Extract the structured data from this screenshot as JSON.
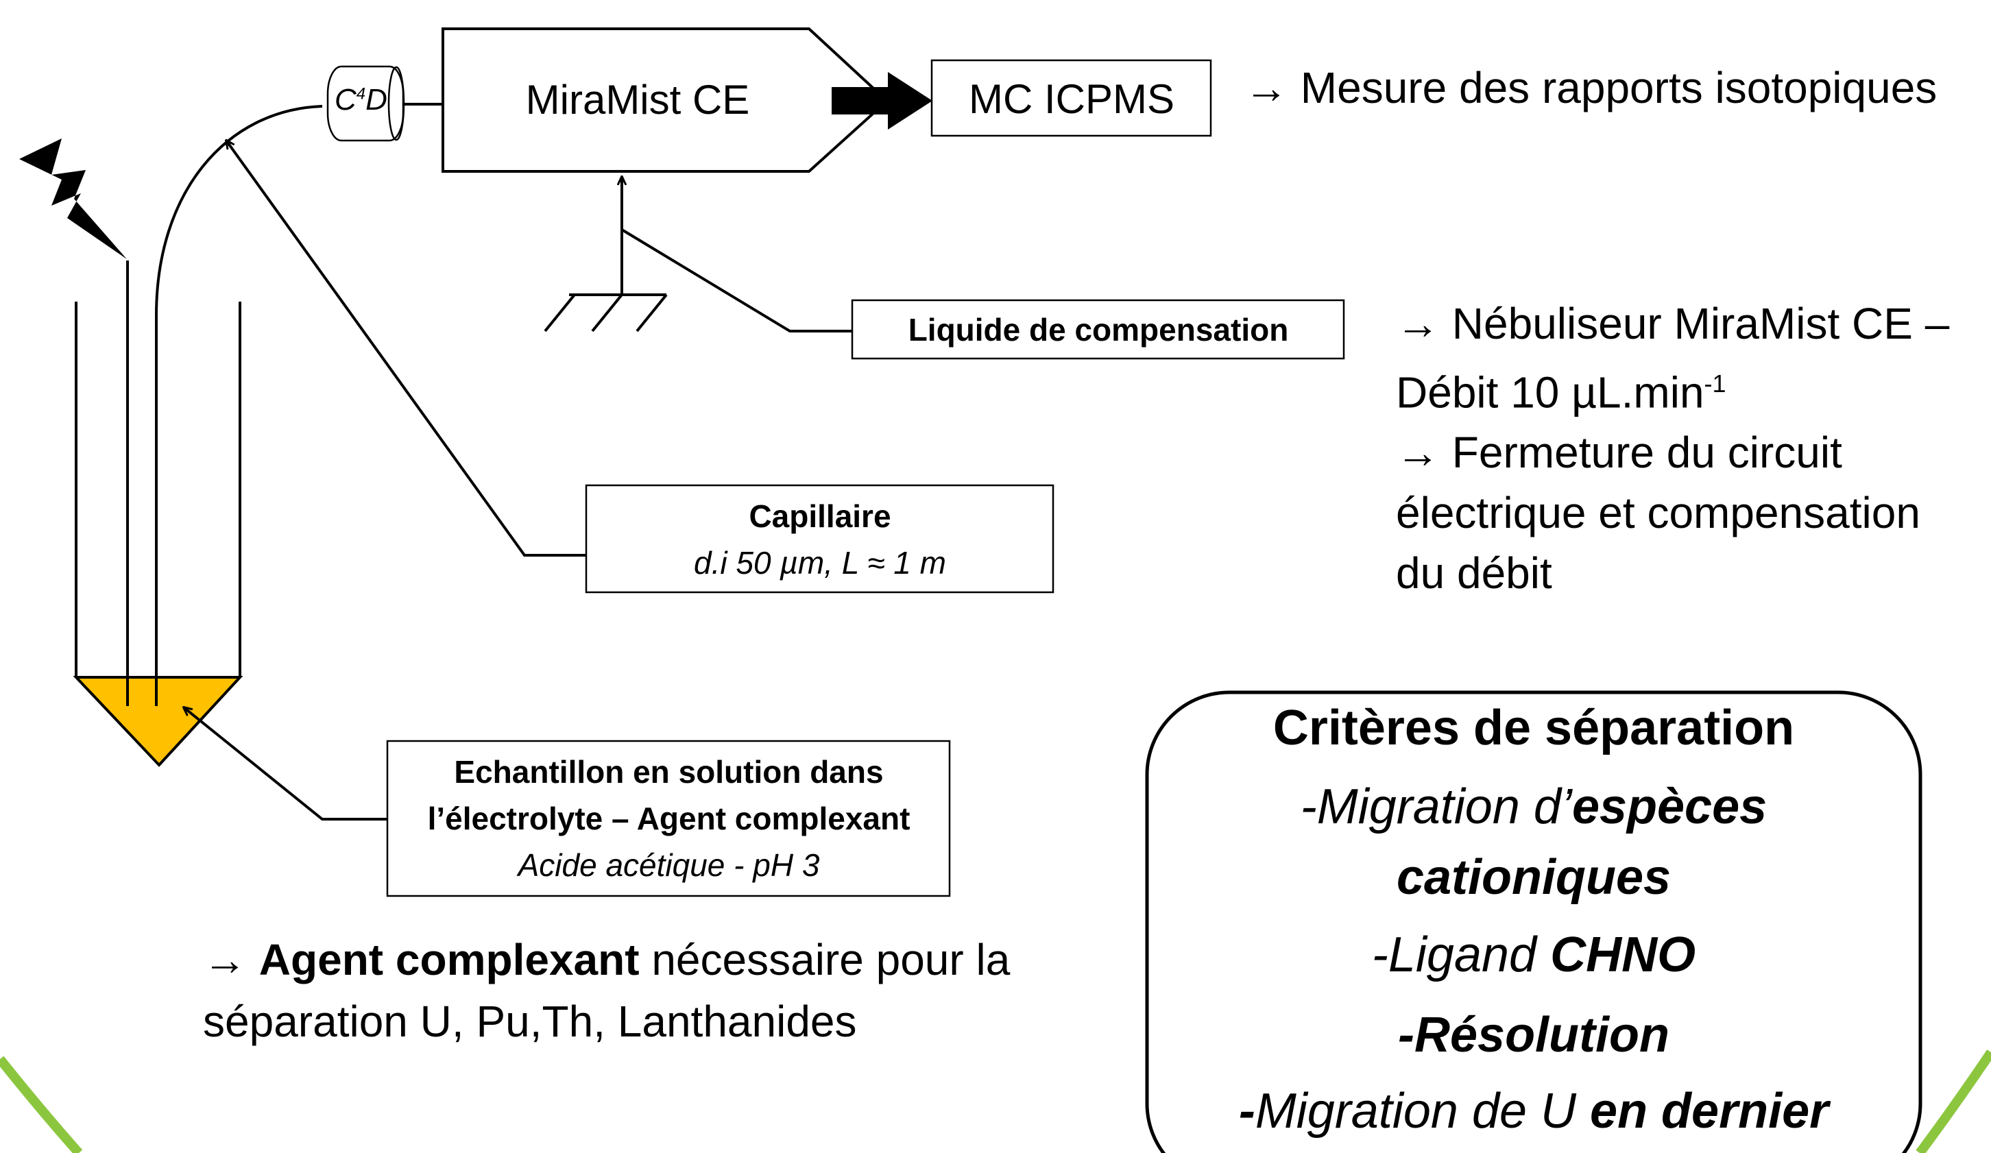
{
  "colors": {
    "sample_fill": "#FFC000",
    "accent_arc": "#8CC63F",
    "line": "#000000"
  },
  "icons": {
    "lightning": "lightning-bolt-icon",
    "ground": "electrical-ground-icon",
    "detector": "c4d-detector-icon",
    "flow_arrow": "thick-right-arrow-icon"
  },
  "detector": {
    "base": "C",
    "sup": "4",
    "tail": "D"
  },
  "nebulizer": {
    "label": "MiraMist CE"
  },
  "mass_spec": {
    "label": "MC ICPMS"
  },
  "mass_spec_note": "→ Mesure des rapports isotopiques",
  "compensation": {
    "label": "Liquide de compensation"
  },
  "compensation_notes": {
    "line1": "→ Nébuliseur MiraMist CE –",
    "line2_pre": "Débit 10 µL.min",
    "line2_sup": "-1",
    "line3": "→ Fermeture du circuit",
    "line4": "électrique et compensation",
    "line5": "du débit"
  },
  "capillary": {
    "title": "Capillaire",
    "spec": "d.i 50 µm, L ≈ 1 m"
  },
  "sample": {
    "line1": "Echantillon en solution dans",
    "line2": "l’électrolyte – Agent complexant",
    "line3": "Acide acétique - pH 3"
  },
  "agent_note": {
    "arrow": "→ ",
    "bold": "Agent complexant",
    "rest": " nécessaire pour la",
    "line2": "séparation U, Pu,Th, Lanthanides"
  },
  "criteria": {
    "title": "Critères de séparation",
    "item1_pre": "-Migration d’",
    "item1_bold": "espèces",
    "item1_line2": "cationiques",
    "item2_pre": "-Ligand ",
    "item2_bold": "CHNO",
    "item3": "-Résolution",
    "item4_dash": "-",
    "item4_pre": "Migration de U ",
    "item4_bold": "en dernier"
  }
}
